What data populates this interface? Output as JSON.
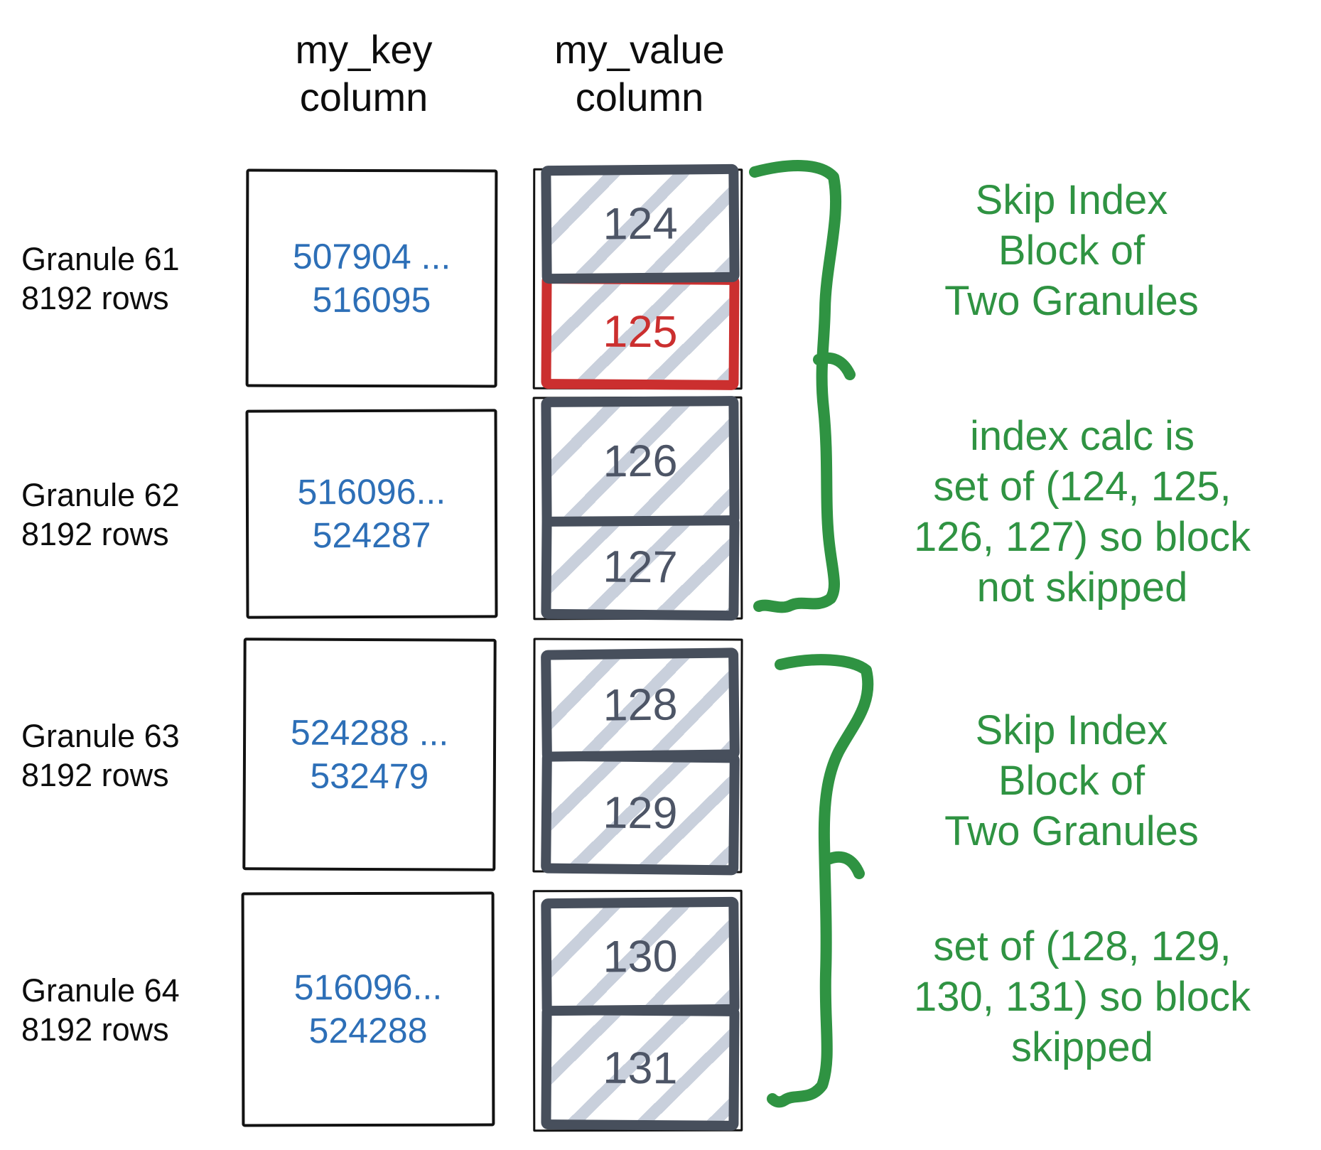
{
  "headers": {
    "my_key": [
      "my_key",
      "column"
    ],
    "my_value": [
      "my_value",
      "column"
    ]
  },
  "granules": [
    {
      "label": [
        "Granule 61",
        "8192 rows"
      ],
      "key_range": [
        "507904 ...",
        "516095"
      ],
      "blocks": [
        {
          "value": "124",
          "highlighted": false
        },
        {
          "value": "125",
          "highlighted": true
        }
      ]
    },
    {
      "label": [
        "Granule 62",
        "8192 rows"
      ],
      "key_range": [
        "516096...",
        "524287"
      ],
      "blocks": [
        {
          "value": "126",
          "highlighted": false
        },
        {
          "value": "127",
          "highlighted": false
        }
      ]
    },
    {
      "label": [
        "Granule 63",
        "8192 rows"
      ],
      "key_range": [
        "524288 ...",
        "532479"
      ],
      "blocks": [
        {
          "value": "128",
          "highlighted": false
        },
        {
          "value": "129",
          "highlighted": false
        }
      ]
    },
    {
      "label": [
        "Granule 64",
        "8192 rows"
      ],
      "key_range": [
        "516096...",
        "524288"
      ],
      "blocks": [
        {
          "value": "130",
          "highlighted": false
        },
        {
          "value": "131",
          "highlighted": false
        }
      ]
    }
  ],
  "annotations": [
    {
      "lines": [
        "Skip Index",
        "Block of",
        "Two Granules"
      ]
    },
    {
      "lines": [
        "index calc is",
        "set of (124, 125,",
        "126, 127) so block",
        "not skipped"
      ]
    },
    {
      "lines": [
        "Skip Index",
        "Block of",
        "Two Granules"
      ]
    },
    {
      "lines": [
        "set of (128, 129,",
        "130, 131) so block",
        "skipped"
      ]
    }
  ],
  "colors": {
    "annotation_green": "#2f9342",
    "key_text_blue": "#2d6fb7",
    "highlight_red": "#cb2f2f",
    "block_border_charcoal": "#474f5c",
    "hatch_stripe": "#c9d0dc",
    "text_black": "#0d0d0d"
  }
}
